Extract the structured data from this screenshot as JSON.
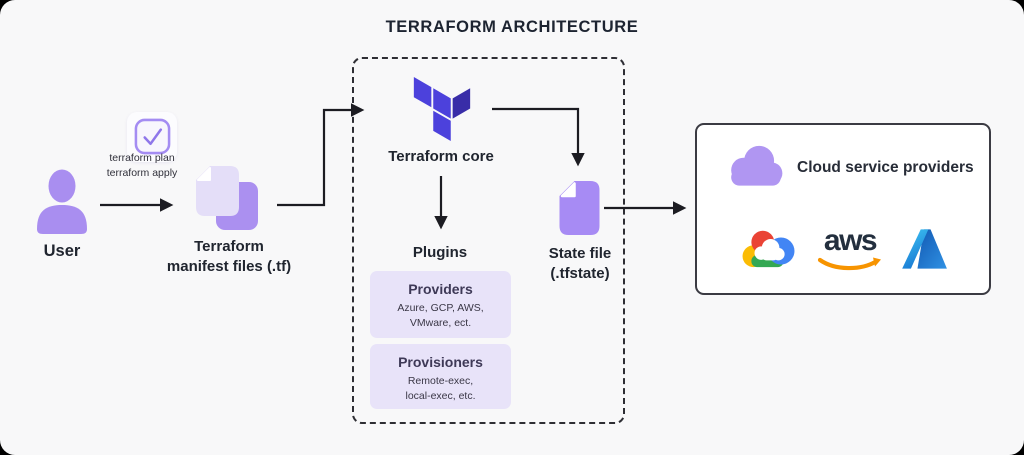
{
  "title": "TERRAFORM ARCHITECTURE",
  "user": {
    "label": "User"
  },
  "commands": {
    "line1": "terraform plan",
    "line2": "terraform apply"
  },
  "manifest": {
    "line1": "Terraform",
    "line2": "manifest files (.tf)"
  },
  "core": {
    "label": "Terraform core"
  },
  "plugins": {
    "label": "Plugins",
    "providers": {
      "title": "Providers",
      "line1": "Azure, GCP, AWS,",
      "line2": "VMware, ect."
    },
    "provisioners": {
      "title": "Provisioners",
      "line1": "Remote-exec,",
      "line2": "local-exec, etc."
    }
  },
  "state_file": {
    "line1": "State file",
    "line2": "(.tfstate)"
  },
  "cloud_box": {
    "title": "Cloud service providers",
    "aws_text": "aws"
  },
  "colors": {
    "background": "#f8f8f9",
    "accent_purple": "#a98ef0",
    "light_file": "#e4def8",
    "light_purple_box": "#e8e3f9",
    "terraform_bright": "#4c41dc",
    "terraform_dark": "#392da8",
    "arrow": "#1c1c22",
    "aws_orange": "#f79400",
    "aws_dark": "#232f3e",
    "gcp_red": "#ea4335",
    "gcp_yellow": "#fbbc05",
    "gcp_green": "#34a853",
    "gcp_blue": "#4285f4",
    "azure_light": "#3ec6f4",
    "azure_dark": "#1258b2"
  }
}
